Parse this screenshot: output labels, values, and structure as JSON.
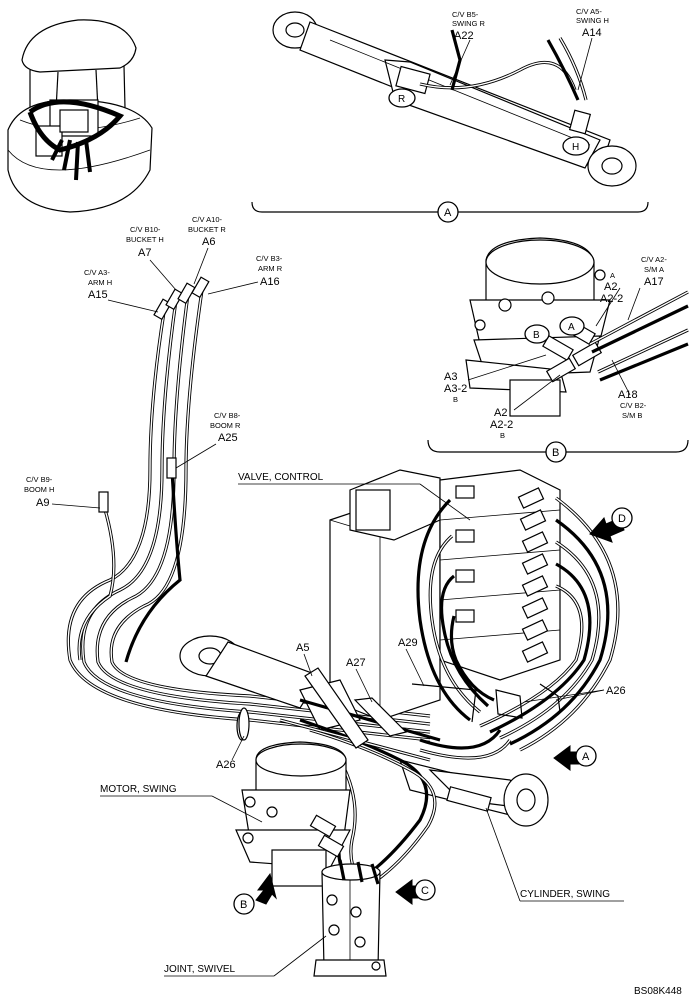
{
  "title_code": "BS08K448",
  "components": {
    "valve_control": "VALVE, CONTROL",
    "motor_swing": "MOTOR, SWING",
    "cylinder_swing": "CYLINDER, SWING",
    "joint_swivel": "JOINT, SWIVEL"
  },
  "views": {
    "a": "A",
    "b": "B",
    "c": "C",
    "d": "D"
  },
  "ports": {
    "r": "R",
    "h": "H",
    "a": "A",
    "b": "B"
  },
  "callouts": {
    "a22": {
      "l1": "C/V B5-",
      "l2": "SWING R",
      "id": "A22"
    },
    "a14": {
      "l1": "C/V A5-",
      "l2": "SWING H",
      "id": "A14"
    },
    "a7": {
      "l1": "C/V B10-",
      "l2": "BUCKET H",
      "id": "A7"
    },
    "a6": {
      "l1": "C/V A10-",
      "l2": "BUCKET R",
      "id": "A6"
    },
    "a15": {
      "l1": "C/V A3-",
      "l2": "ARM H",
      "id": "A15"
    },
    "a16": {
      "l1": "C/V B3-",
      "l2": "ARM R",
      "id": "A16"
    },
    "a25": {
      "l1": "C/V B8-",
      "l2": "BOOM R",
      "id": "A25"
    },
    "a9": {
      "l1": "C/V B9-",
      "l2": "BOOM H",
      "id": "A9"
    },
    "a17": {
      "l1": "C/V A2-",
      "l2": "S/M A",
      "id": "A17"
    },
    "a18": {
      "id": "A18",
      "l1": "C/V B2-",
      "l2": "S/M B"
    },
    "a2_top": {
      "port": "A",
      "id": "A2",
      "sub": "A2-2"
    },
    "a3": {
      "id": "A3",
      "sub": "A3-2",
      "port": "B"
    },
    "a2_bottom": {
      "id": "A2",
      "sub": "A2-2",
      "port": "B"
    },
    "a5": "A5",
    "a27": "A27",
    "a29": "A29",
    "a26": "A26"
  }
}
